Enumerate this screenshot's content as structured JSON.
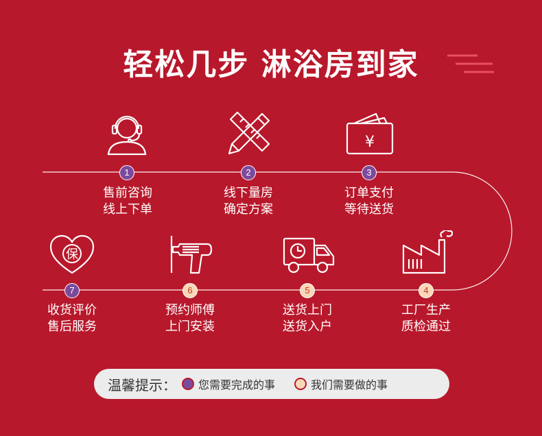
{
  "title": "轻松几步 淋浴房到家",
  "steps": [
    {
      "num": "1",
      "line1": "售前咨询",
      "line2": "线上下单",
      "icon": "customer-service-icon",
      "type": "customer"
    },
    {
      "num": "2",
      "line1": "线下量房",
      "line2": "确定方案",
      "icon": "ruler-pencil-icon",
      "type": "customer"
    },
    {
      "num": "3",
      "line1": "订单支付",
      "line2": "等待送货",
      "icon": "wallet-icon",
      "type": "customer"
    },
    {
      "num": "4",
      "line1": "工厂生产",
      "line2": "质检通过",
      "icon": "factory-icon",
      "type": "merchant"
    },
    {
      "num": "5",
      "line1": "送货上门",
      "line2": "送货入户",
      "icon": "delivery-truck-icon",
      "type": "merchant"
    },
    {
      "num": "6",
      "line1": "预约师傅",
      "line2": "上门安装",
      "icon": "drill-icon",
      "type": "merchant"
    },
    {
      "num": "7",
      "line1": "收货评价",
      "line2": "售后服务",
      "icon": "heart-guarantee-icon",
      "type": "customer"
    }
  ],
  "icon_texts": {
    "wallet": "¥",
    "heart": "保"
  },
  "notice": {
    "title": "温馨提示：",
    "customer_label": "您需要完成的事",
    "merchant_label": "我们需要做的事"
  },
  "colors": {
    "background": "#b8182b",
    "customer": "#7b4a9c",
    "merchant": "#f9d8b8"
  }
}
